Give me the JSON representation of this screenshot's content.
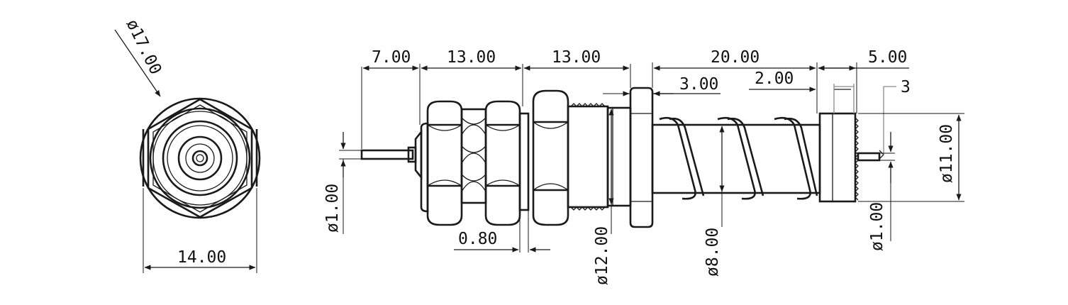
{
  "dimensions": {
    "front_outer_dia": "ø17.00",
    "front_width": "14.00",
    "pin_dia_left": "ø1.00",
    "len_a": "7.00",
    "len_b": "13.00",
    "len_c": "13.00",
    "len_d": "20.00",
    "len_e": "5.00",
    "len_f": "3.00",
    "len_g": "2.00",
    "tip_label": "3",
    "washer_thk": "0.80",
    "body_dia": "ø12.00",
    "spring_dia": "ø8.00",
    "plunger_dia": "ø11.00",
    "pin_dia_right": "ø1.00"
  }
}
